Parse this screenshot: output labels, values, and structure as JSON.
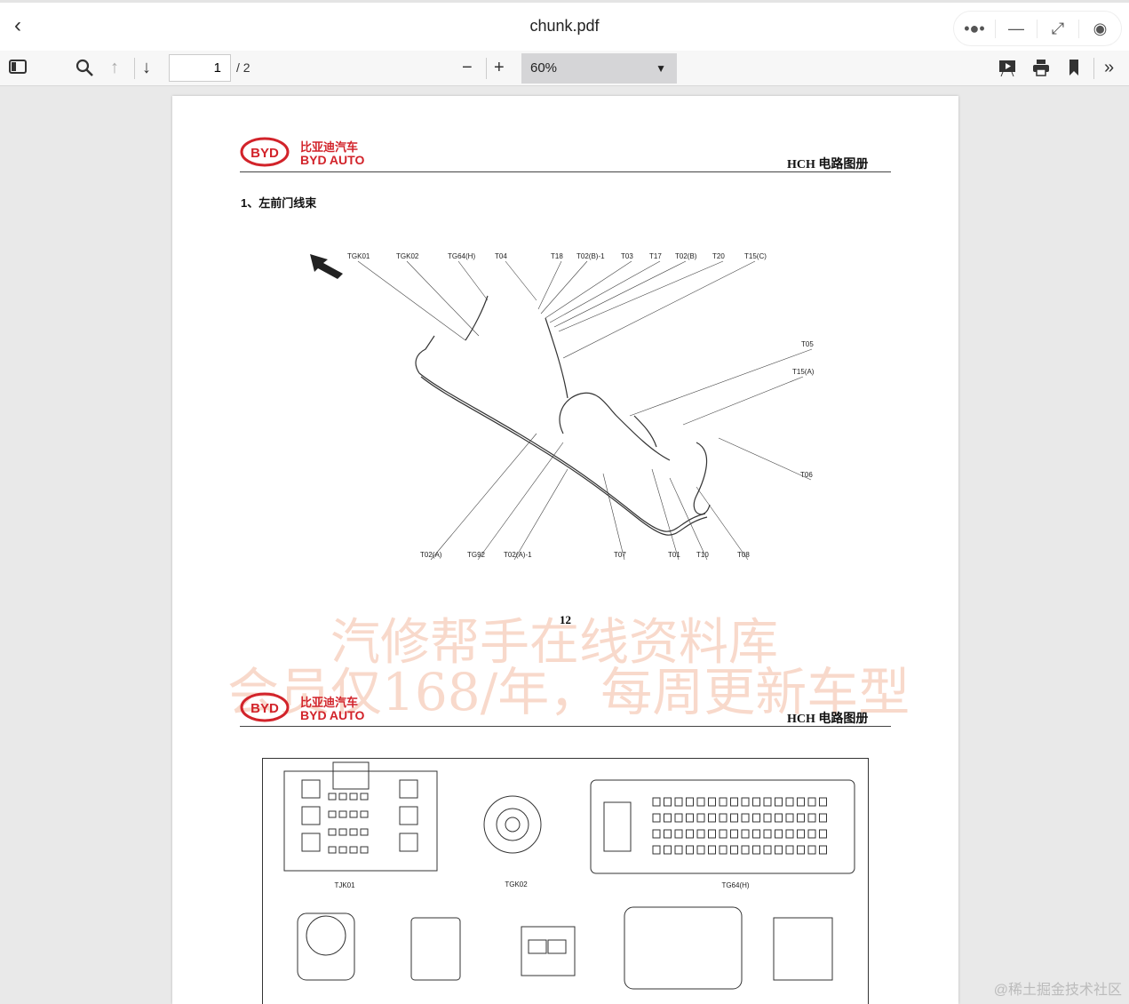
{
  "window": {
    "title": "chunk.pdf",
    "capsule_icons": [
      "more-icon",
      "minimize-icon",
      "restore-icon",
      "record-icon"
    ]
  },
  "toolbar": {
    "page_current": "1",
    "page_total": "/ 2",
    "zoom": "60%"
  },
  "doc": {
    "brand_cn": "比亚迪汽车",
    "brand_en": "BYD AUTO",
    "logo_text": "BYD",
    "header_title": "HCH 电路图册",
    "section_title": "1、左前门线束",
    "page_number": "12",
    "harness_labels_top": [
      "TGK01",
      "TGK02",
      "TG64(H)",
      "T04",
      "T18",
      "T02(B)-1",
      "T03",
      "T17",
      "T02(B)",
      "T20",
      "T15(C)"
    ],
    "harness_labels_side": [
      "T05",
      "T15(A)",
      "T06"
    ],
    "harness_labels_bottom": [
      "T02(A)",
      "TG92",
      "T02(A)-1",
      "T07",
      "T01",
      "T10",
      "T08"
    ],
    "connector_labels": [
      "TJK01",
      "TGK02",
      "TG64(H)"
    ],
    "watermark_line1": "汽修帮手在线资料库",
    "watermark_line2": "会员仅168/年，每周更新车型"
  },
  "overlay": {
    "signature": "@稀土掘金技术社区"
  },
  "colors": {
    "brand_red": "#d2232a",
    "watermark": "#f0aa8c"
  }
}
